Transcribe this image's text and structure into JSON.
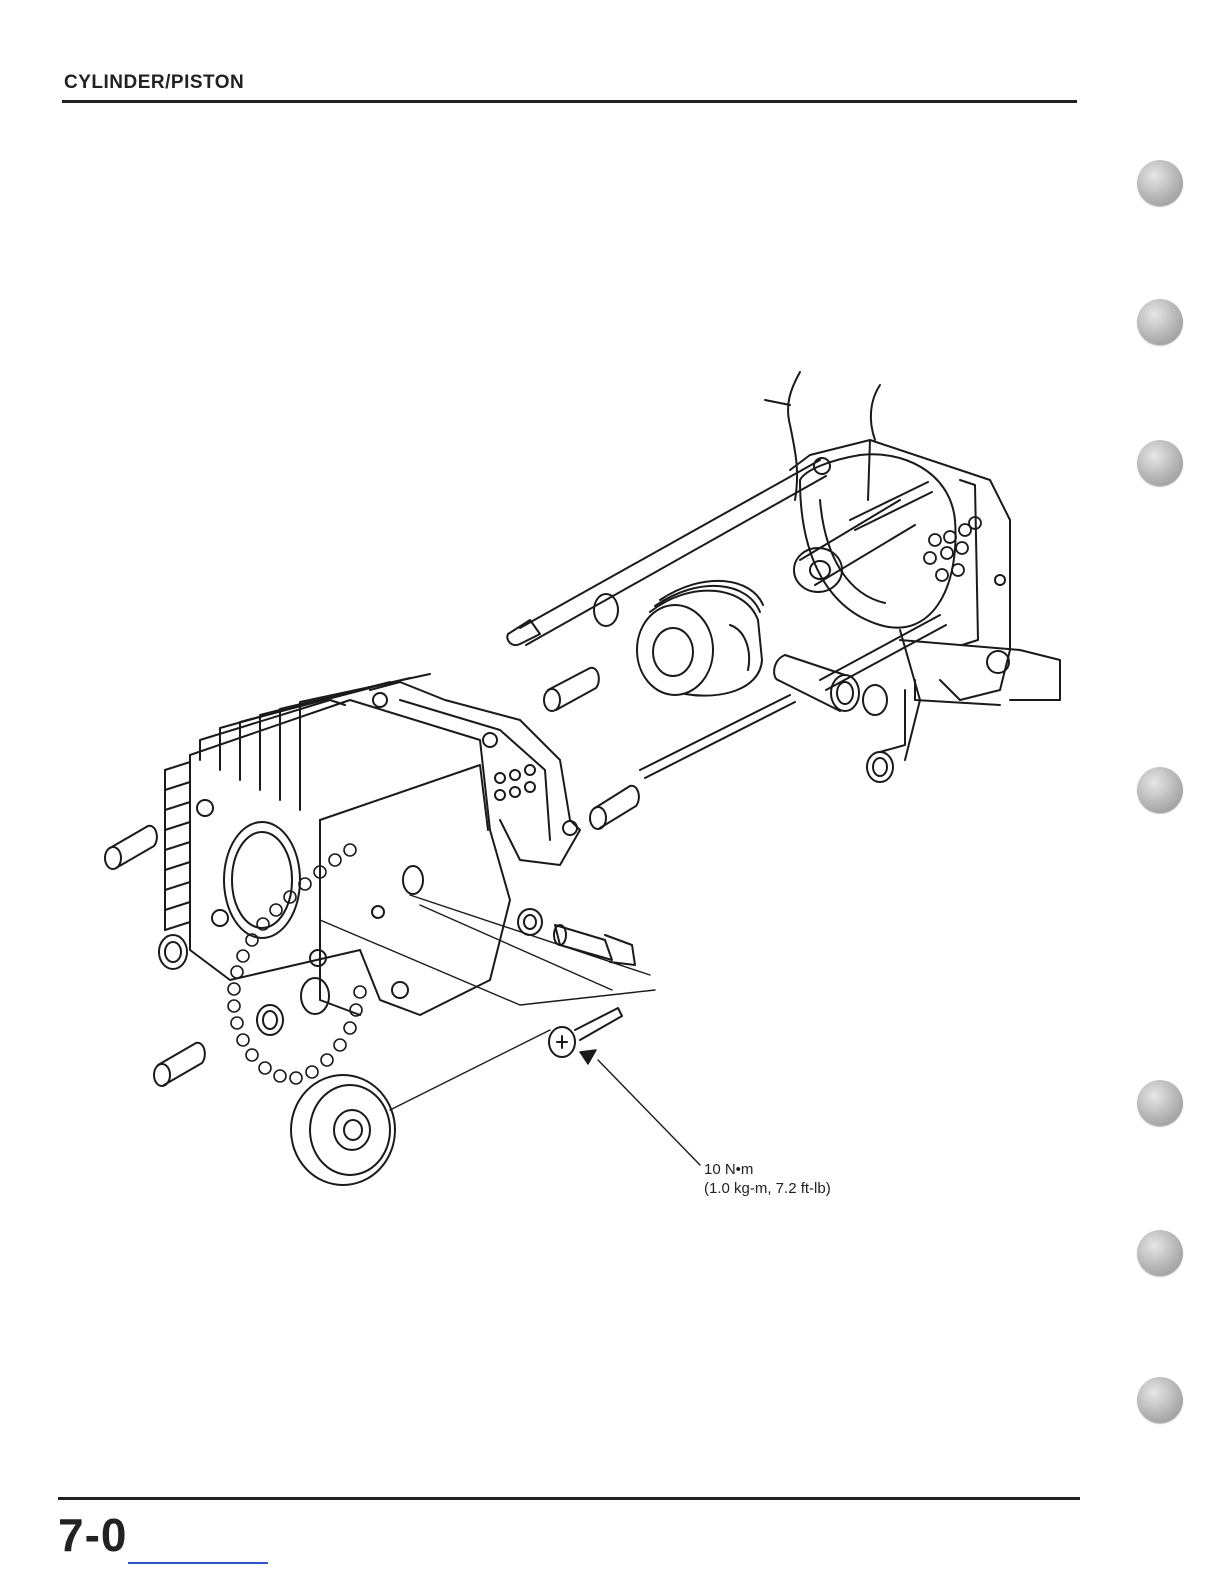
{
  "header": {
    "title": "CYLINDER/PISTON"
  },
  "figure": {
    "torque_spec": {
      "line1": "10 N•m",
      "line2": "(1.0 kg-m, 7.2 ft-lb)"
    }
  },
  "footer": {
    "page_number": "7-0"
  },
  "tabs": [
    {
      "name": "tab-1"
    },
    {
      "name": "tab-2"
    },
    {
      "name": "tab-3"
    },
    {
      "name": "tab-4"
    },
    {
      "name": "tab-5"
    },
    {
      "name": "tab-6"
    },
    {
      "name": "tab-7"
    }
  ]
}
